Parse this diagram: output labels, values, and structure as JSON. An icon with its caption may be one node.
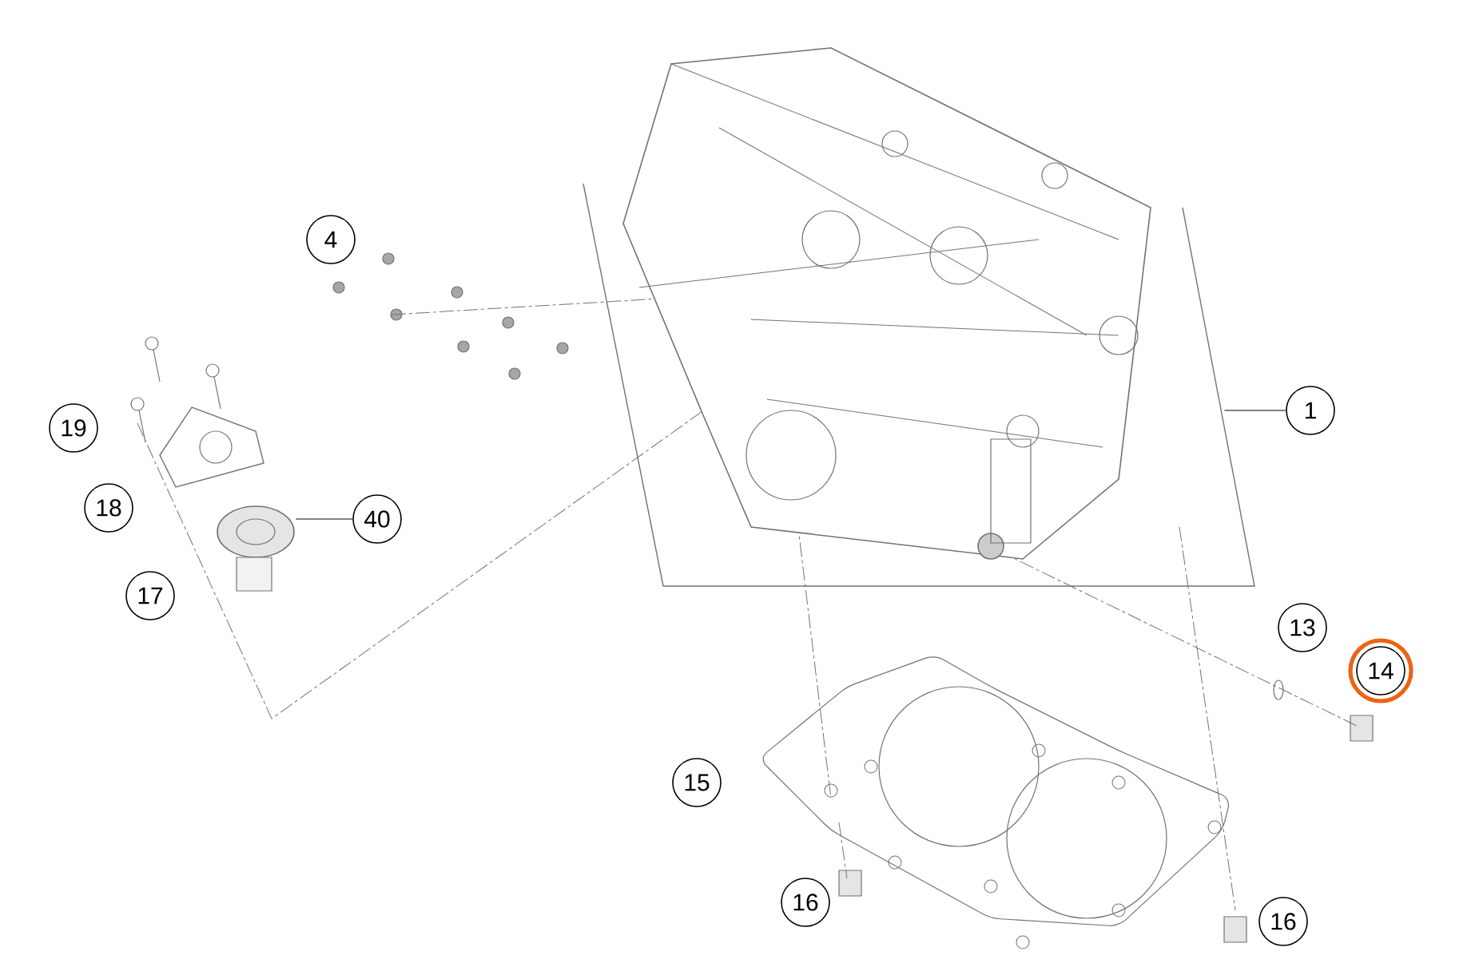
{
  "diagram": {
    "nodes": [
      {
        "text": [
          "1"
        ]
      },
      {
        "text": [
          "4"
        ]
      },
      {
        "text": [
          "19"
        ]
      },
      {
        "text": [
          "18"
        ]
      },
      {
        "text": [
          "40"
        ]
      },
      {
        "text": [
          "17"
        ]
      },
      {
        "text": [
          "13"
        ]
      },
      {
        "text": [
          "14"
        ]
      },
      {
        "text": [
          "15"
        ]
      },
      {
        "text": [
          "16"
        ]
      },
      {
        "text": [
          "16"
        ]
      },
      {
        "text": [],
        "shape": "picture"
      },
      {
        "text": [],
        "shape": "picture"
      }
    ],
    "edges": [
      {
        "from": 0,
        "to": 11,
        "arrow": "none"
      },
      {
        "from": 4,
        "to": 12,
        "arrow": "none"
      }
    ]
  }
}
